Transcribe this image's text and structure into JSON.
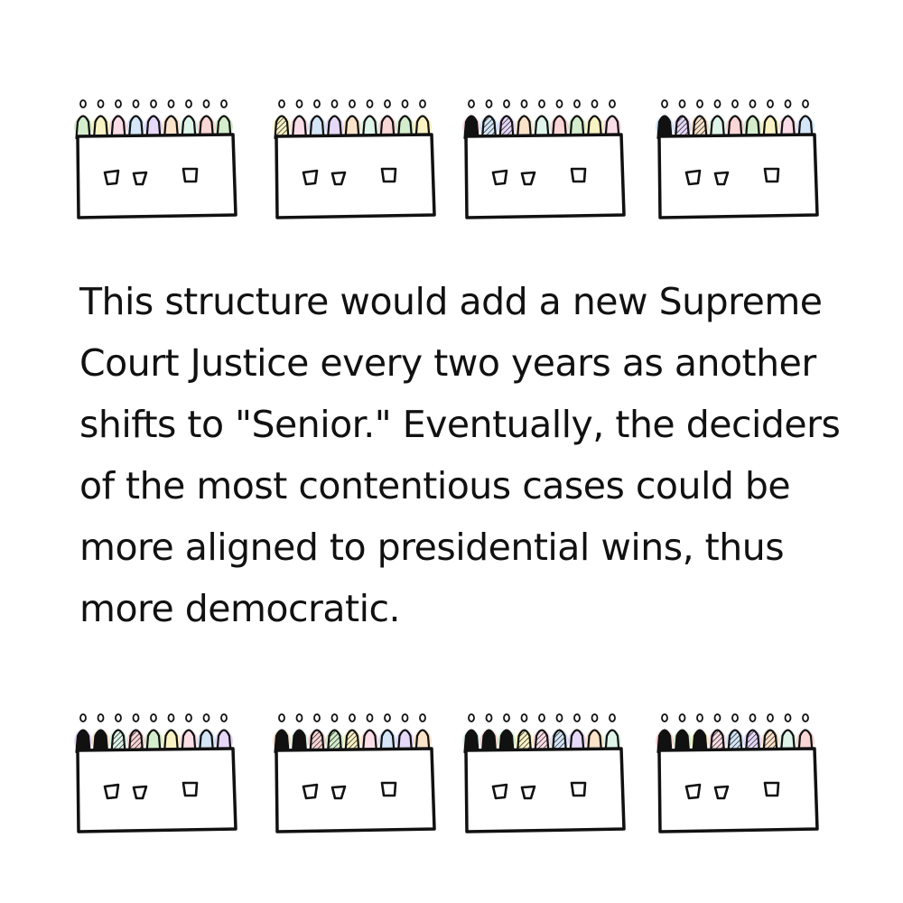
{
  "caption": "This structure would add a new Supreme Court Justice every two years as another shifts to \"Senior.\" Eventually, the deciders of the most contentious cases could be more aligned to presidential wins, thus more democratic.",
  "colors": {
    "ink": "#111111",
    "pastels": [
      "#9fd88f",
      "#f2e27a",
      "#f5b3c8",
      "#9fc7ee",
      "#c8a9ef",
      "#f6c08a",
      "#b8e8d0",
      "#f3a3a3"
    ]
  },
  "icons": {
    "bench": "court-bench-icon",
    "justice": "justice-figure-icon",
    "window": "bench-window-icon"
  },
  "benches": [
    {
      "dark": 0,
      "patterned": 0
    },
    {
      "dark": 0,
      "patterned": 1
    },
    {
      "dark": 1,
      "patterned": 2
    },
    {
      "dark": 1,
      "patterned": 2
    },
    {
      "dark": 2,
      "patterned": 2
    },
    {
      "dark": 2,
      "patterned": 3
    },
    {
      "dark": 3,
      "patterned": 3
    },
    {
      "dark": 3,
      "patterned": 4
    }
  ]
}
